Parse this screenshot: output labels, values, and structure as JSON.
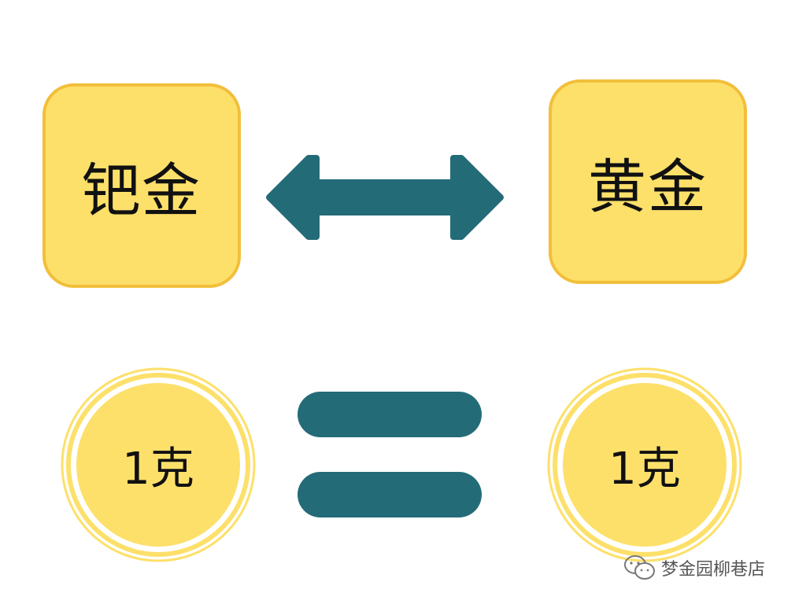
{
  "left_tile": {
    "label": "钯金"
  },
  "right_tile": {
    "label": "黄金"
  },
  "left_coin": {
    "label": "1克"
  },
  "right_coin": {
    "label": "1克"
  },
  "watermark": {
    "icon": "wechat-icon",
    "text": "梦金园柳巷店"
  },
  "colors": {
    "tile_fill": "#fde06a",
    "tile_border": "#f2bf3a",
    "accent": "#246b78",
    "coin_fill": "#fde06a"
  }
}
